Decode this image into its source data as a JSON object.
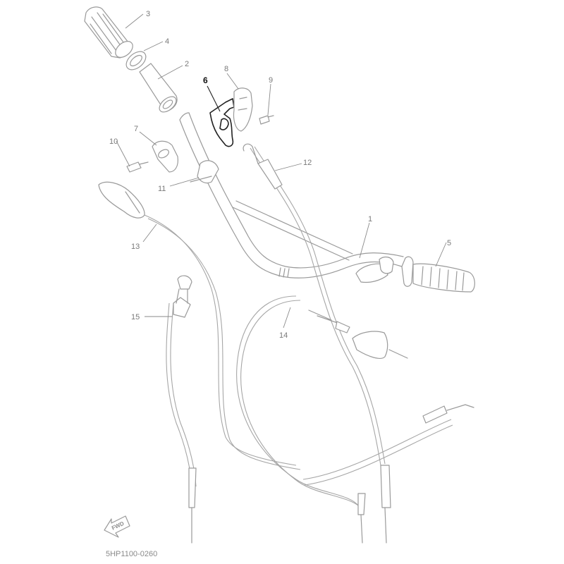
{
  "diagram": {
    "code": "5HP1100-0260",
    "fwd_label": "FWD",
    "highlighted_part": "6",
    "callouts": [
      {
        "id": "c1",
        "label": "1"
      },
      {
        "id": "c2",
        "label": "2"
      },
      {
        "id": "c3",
        "label": "3"
      },
      {
        "id": "c4",
        "label": "4"
      },
      {
        "id": "c5",
        "label": "5"
      },
      {
        "id": "c6",
        "label": "6"
      },
      {
        "id": "c7",
        "label": "7"
      },
      {
        "id": "c8",
        "label": "8"
      },
      {
        "id": "c9",
        "label": "9"
      },
      {
        "id": "c10",
        "label": "10"
      },
      {
        "id": "c11",
        "label": "11"
      },
      {
        "id": "c12",
        "label": "12"
      },
      {
        "id": "c13",
        "label": "13"
      },
      {
        "id": "c14",
        "label": "14"
      },
      {
        "id": "c15",
        "label": "15"
      }
    ]
  }
}
